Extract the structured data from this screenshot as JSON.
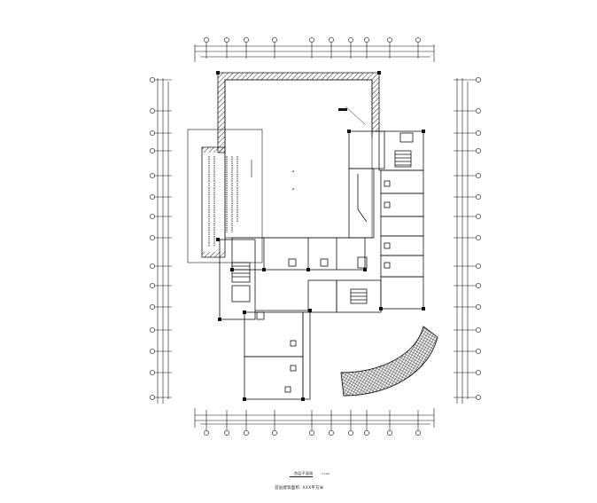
{
  "drawing": {
    "caption_title": "首层平面图",
    "caption_scale": "1:100",
    "caption_area": "首层建筑面积: XXX平方米"
  },
  "colors": {
    "line": "#111111",
    "hatch": "#222222",
    "background": "#ffffff"
  }
}
